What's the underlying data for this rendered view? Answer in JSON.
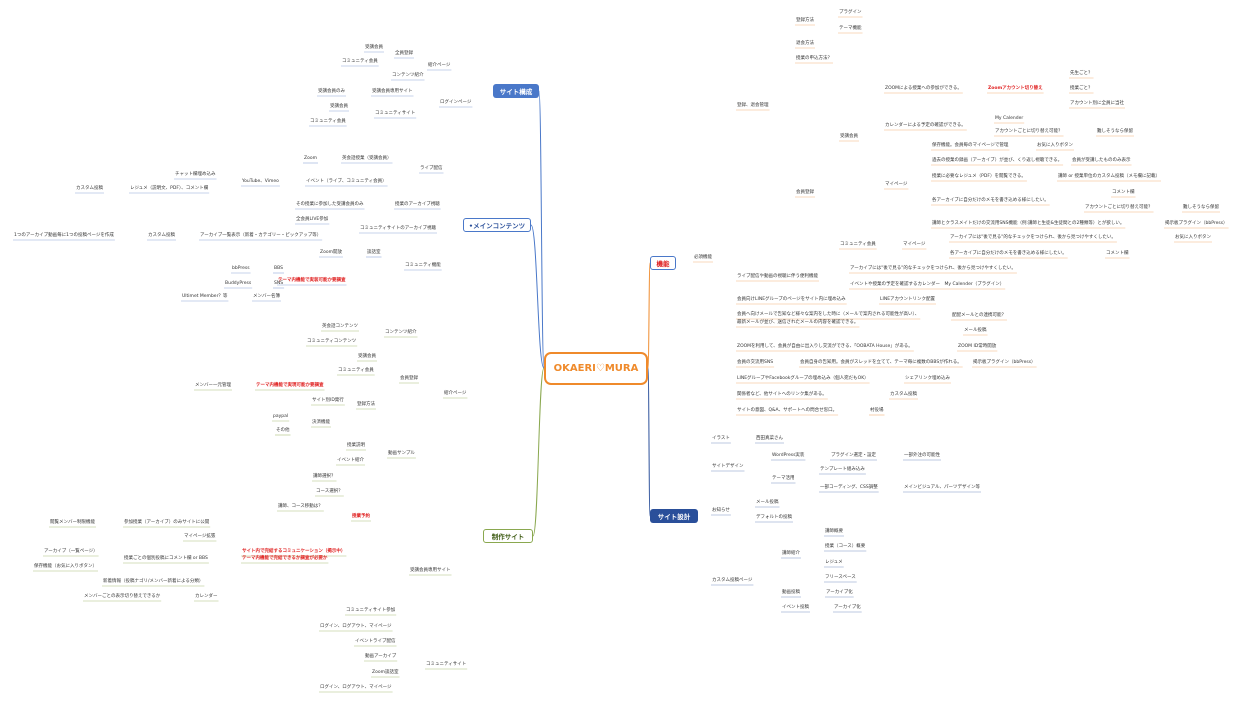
{
  "root": {
    "label": "OKAERI♡MURA"
  },
  "branches": {
    "site_structure": "サイト構成",
    "main_contents": "•メインコンテンツ",
    "production_site": "制作サイト",
    "features": "機能",
    "site_design": "サイト設計"
  },
  "site_structure": {
    "intro_page": "紹介ページ",
    "member_reg": "全員登録",
    "course_member": "受講会員",
    "community_member": "コミュニティ会員",
    "content_intro": "コンテンツ紹介",
    "login_page": "ログインページ",
    "course_only_site": "受講会員専用サイト",
    "course_only": "受講会員のみ",
    "community_site": "コミュニティサイト",
    "course_member2": "受講会員",
    "community_member2": "コミュニティ会員"
  },
  "main_contents": {
    "live": "ライブ配信",
    "zoom": "Zoom",
    "english_class": "英会話授業（受講会員）",
    "youtube_vimeo": "YouTube、Vimeo",
    "events": "イベント（ライブ、コミュニティ会員）",
    "chat_embed": "チャット欄埋め込み",
    "custom_post": "カスタム投稿",
    "resume": "レジュメ（説明文、PDF）、コメント欄",
    "archive_view": "授業のアーカイブ視聴",
    "only_participants": "その授業に参加した受講会員のみ",
    "community_archive": "コミュニティサイトのアーカイブ視聴",
    "all_live": "全会員LIVE参加",
    "archive_list": "アーカイブ一覧表示（新着・カテゴリー・ピックアップ等）",
    "custom_post2": "カスタム投稿",
    "one_archive_page": "1つのアーカイブ動画毎に1つの投稿ページを作成",
    "community_func": "コミュニティ機能",
    "zoom_open": "Zoom開放",
    "chat_room": "談話室",
    "theme_bbs": "テーマ内機能で実装可能か要調査",
    "bbpress": "bbPress",
    "bbs": "BBS",
    "buddypress": "BuddyPress",
    "sns": "SNS",
    "ultimate_member": "Ultimet Member？等",
    "member_list": "メンバー名簿"
  },
  "production_site": {
    "intro_page": "紹介ページ",
    "content_intro": "コンテンツ紹介",
    "english_content": "英会話コンテンツ",
    "community_content": "コミュニティコンテンツ",
    "member_reg": "会員登録",
    "course_member": "受講会員",
    "community_member": "コミュニティ会員",
    "reg_method": "登録方法",
    "theme_check": "テーマ内機能で実現可能か要調査",
    "member_mgmt": "メンバー一元管理",
    "site_id": "サイト別ID発行",
    "payment": "決済機能",
    "paypal": "paypal",
    "other": "その他",
    "video_sample": "動画サンプル",
    "class_desc": "授業説明",
    "event_intro": "イベント紹介",
    "course_site": "受講会員専用サイト",
    "booking": "授業予約",
    "teacher_select": "講師選択？",
    "course_select": "コース選択？",
    "teacher_course": "講師、コース移動は？",
    "comm_warn1": "サイト内で完結するコミュニケーション（掲示中）",
    "comm_warn2": "テーマ内機能で完結できるか調査が必要か",
    "archive_only": "参加授業（アーカイブ）のみサイトに公開",
    "view_limit": "閲覧メンバー制限機能",
    "mypage_ext": "マイページ拡張",
    "archive_list": "アーカイブ（一覧ページ）",
    "per_class_comment": "授業ごとの個別投稿にコメント欄 or BBS",
    "save_func": "保存機能（お気に入りボタン）",
    "new_info": "新着情報（投稿ナゴリ/メンバー新着による分類）",
    "calendar": "カレンダー",
    "toggle_display": "メンバーごとの表示切り替えできるか",
    "community_join": "コミュニティサイト参加",
    "login_logout": "ログイン、ログアウト、マイページ",
    "community_site": "コミュニティサイト",
    "event_live": "イベントライブ配信",
    "video_archive": "動画アーカイブ",
    "zoom_chat": "Zoom談話室",
    "login_logout2": "ログイン、ログアウト、マイページ"
  },
  "features": {
    "required": "必須機能",
    "signup": "登録、退会管理",
    "reg_method": "登録方法",
    "plugin": "プラグイン",
    "theme_func": "テーマ機能",
    "withdraw": "退会方法",
    "apply_method": "授業の申込方法？",
    "course_member": "受講会員",
    "zoom_join": "ZOOMによる授業への参加ができる。",
    "zoom_switch": "Zoomアカウント切り替え",
    "teacher": "先生ごと？",
    "per_class": "授業ごと？",
    "per_account": "アカウント別に全員に当社",
    "calendar_check": "カレンダーによる予定の確認ができる。",
    "my_calendar": "My Calender",
    "account_switch": "アカウントごとに切り替え可能？",
    "hard_hold": "難しそうなら保留",
    "member_reg": "会員登録",
    "save_func": "保存機能。会員毎のマイページで管理",
    "fav_button": "お気に入りボタン",
    "past_class": "過去の授業の録画（アーカイブ）が並び、くり返し視聴できる。",
    "only_joined": "会員が受講したもののみ表示",
    "mypage": "マイページ",
    "resume_pdf": "授業に必要なレジュメ（PDF）を閲覧できる。",
    "custom_post_memo": "講師 or 授業単位のカスタム投稿（メモ欄に記載）",
    "memo_each": "各アーカイブに自分だけのメモを書き込める様にしたい。",
    "comment_field": "コメント欄",
    "account_switch2": "アカウントごとに切り替え可能？",
    "hard_hold2": "難しそうなら保留",
    "private_sns": "講師とクラスメイトだけの交流用SNS機能（例:講師と生徒&生徒間との2種類等）とが欲しい。",
    "bbpress_plugin": "掲示板プラグイン（bbPress）",
    "community_member": "コミュニティ会員",
    "mypage2": "マイページ",
    "later_check": "アーカイブには\"後で見る\"的なチェックをつけられ、後から見つけやすくしたい。",
    "fav_button2": "お気に入りボタン",
    "memo_each2": "各アーカイブに自分だけのメモを書き込める様にしたい。",
    "comment_field2": "コメント欄",
    "live_features": "ライブ配信や動画の視聴に伴う便利機能",
    "later_check2": "アーカイブには\"後で見る\"的なチェックをつけられ、後から見つけやすくしたい。",
    "event_calendar": "イベントや授業の予定を確認するカレンダー　My Calender（プラグイン）",
    "line_embed": "会員向けLINEグループのページをサイト内に埋め込み",
    "line_link": "LINEアカウントリンク配置",
    "mail_notice": "会員へ向けメールで告知など様々な案内をした時に（メールで案内される可能性が高い）、",
    "mail_notice2": "最新メールが並び、送信されたメールの内容を確認できる。",
    "mail_delivery": "配配メールとの連携可能？",
    "mail_post": "メール投稿",
    "zoom_house": "ZOOMを利用して、会員が自由に出入りし交流ができる、「OOBATA House」がある。",
    "zoom_id": "ZOOM ID常時開放",
    "sns_members": "会員の交流用SNS",
    "sns_desc": "会員自身の告知用。会員がスレッドを立てて、テーマ毎に複数のBBSが作れる。",
    "bbpress2": "掲示板プラグイン（bbPress）",
    "fb_group": "LINEグループやFacebookグループの埋め込み（個人宛だもOK）",
    "share_link": "シェアリンク埋め込み",
    "links_page": "関係者など、他サイトへのリンク集がある。",
    "custom_post2": "カスタム投稿",
    "contact": "サイトの意図、Q&A、サポートへの問合せ窓口。",
    "village": "村役場"
  },
  "site_design": {
    "illust": "イラスト",
    "illustrator": "西田真菜さん",
    "site_design": "サイトデザイン",
    "wp_theme": "WordPress実装",
    "plugin_setup": "プラグイン選定・設定",
    "outsourcing": "一部外注の可能性",
    "template": "テンプレート組み込み",
    "theme_use": "テーマ活用",
    "partial_code": "一部コーディング、CSS調整",
    "main_visual": "メインビジュアル、パーツデザイン等",
    "news": "お知らせ",
    "mail_post": "メール投稿",
    "default_post": "デフォルトの投稿",
    "custom_post_page": "カスタム投稿ページ",
    "teacher_intro": "講師紹介",
    "teacher_summary": "講師概要",
    "course_summary": "授業（コース）概要",
    "resume": "レジュメ",
    "free_space": "フリースペース",
    "video_post": "動画投稿",
    "archive": "アーカイブ化",
    "event_post": "イベント投稿",
    "archive2": "アーカイブ化"
  }
}
